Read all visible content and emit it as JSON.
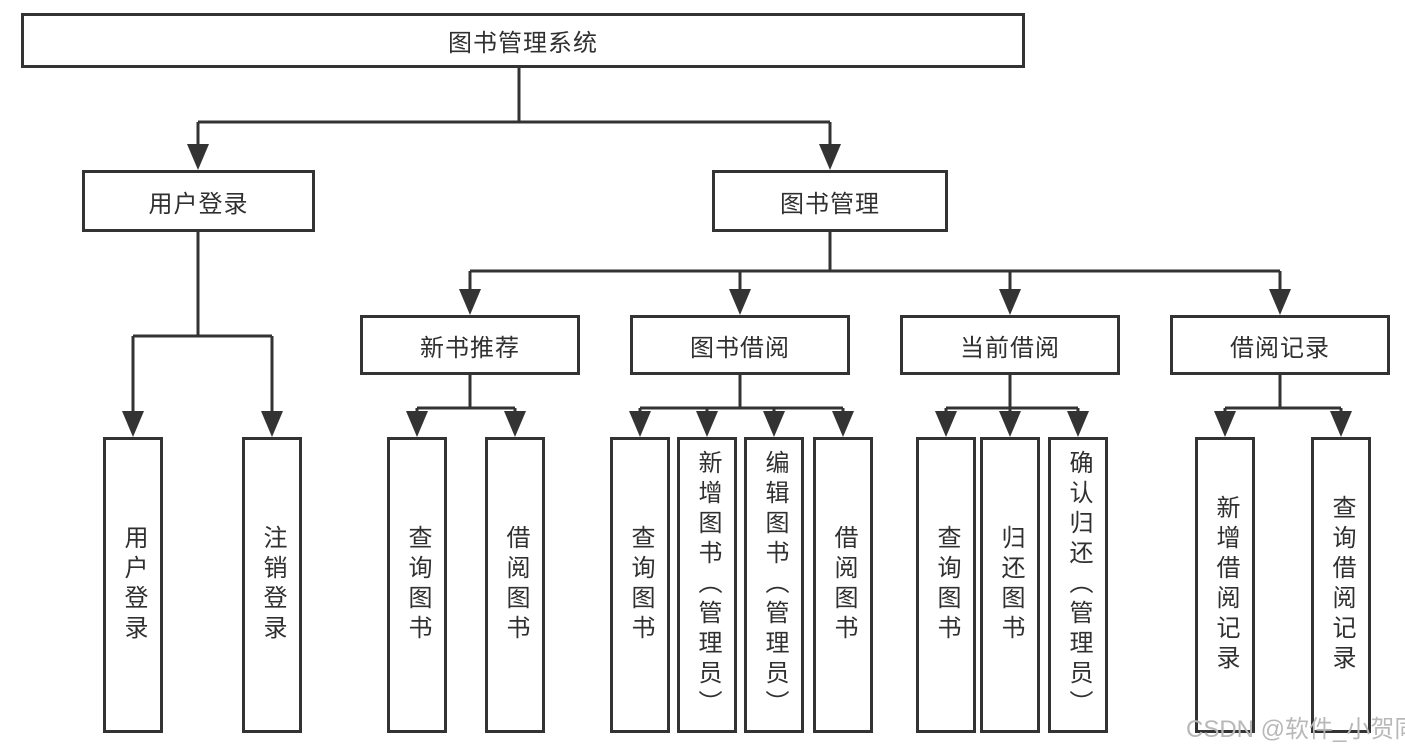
{
  "title": "图书管理系统",
  "tree": {
    "label": "图书管理系统",
    "children": [
      {
        "label": "用户登录",
        "children": [
          {
            "label": "用户登录"
          },
          {
            "label": "注销登录"
          }
        ]
      },
      {
        "label": "图书管理",
        "children": [
          {
            "label": "新书推荐",
            "children": [
              {
                "label": "查询图书"
              },
              {
                "label": "借阅图书"
              }
            ]
          },
          {
            "label": "图书借阅",
            "children": [
              {
                "label": "查询图书"
              },
              {
                "label": "新增图书（管理员）"
              },
              {
                "label": "编辑图书（管理员）"
              },
              {
                "label": "借阅图书"
              }
            ]
          },
          {
            "label": "当前借阅",
            "children": [
              {
                "label": "查询图书"
              },
              {
                "label": "归还图书"
              },
              {
                "label": "确认归还（管理员）"
              }
            ]
          },
          {
            "label": "借阅记录",
            "children": [
              {
                "label": "新增借阅记录"
              },
              {
                "label": "查询借阅记录"
              }
            ]
          }
        ]
      }
    ]
  },
  "watermark": {
    "text": "CSDN @软件_小贺同学"
  },
  "colors": {
    "line": "#333333",
    "text": "#303030",
    "watermark": "#b8b8b8",
    "background": "#ffffff"
  }
}
